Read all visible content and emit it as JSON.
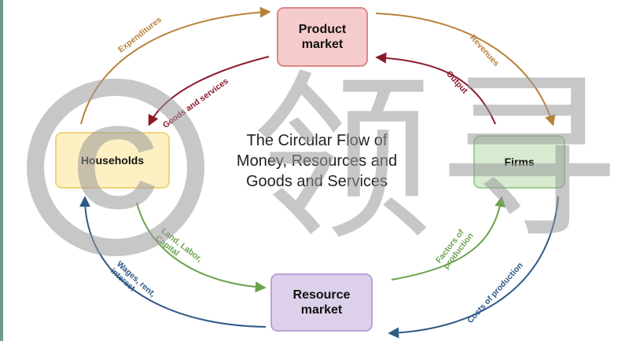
{
  "title": "The Circular Flow of\nMoney, Resources and\nGoods and Services",
  "nodes": {
    "product_market": "Product\nmarket",
    "households": "Households",
    "firms": "Firms",
    "resource_market": "Resource\nmarket"
  },
  "flows": {
    "expenditures": "Expenditures",
    "goods_and_services": "Goods and services",
    "revenues": "Revenues",
    "output": "Output",
    "land_labor_capital": "Land, Labor,\nCapital",
    "wages_rent_interest": "Wages, rent,\ninterest",
    "factors_of_production": "Factors of\nproduction",
    "costs_of_production": "Costs of production"
  },
  "watermark": {
    "symbol": "C",
    "text": "领寻"
  },
  "colors": {
    "money_flow_top": "#b8813a",
    "goods_flow": "#8b1a2b",
    "resource_flow": "#6aa24d",
    "money_flow_bottom": "#2e5a86"
  }
}
